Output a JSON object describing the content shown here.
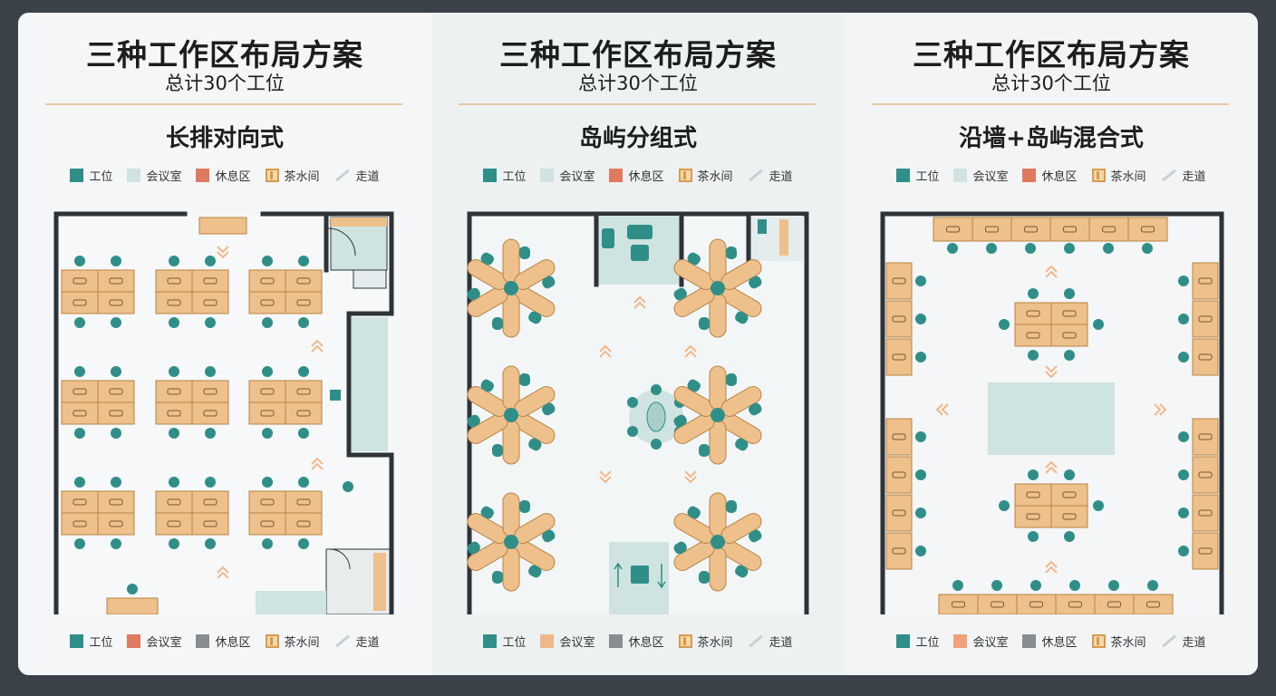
{
  "header": {
    "title": "三种工作区布局方案",
    "subtitle": "总计30个工位"
  },
  "colors": {
    "desk": "#eec08b",
    "desk_stroke": "#b78445",
    "chair": "#2f8f88",
    "wall": "#2d3338",
    "meeting": "#cfe3e0",
    "rest_orange": "#e07a5f",
    "rest_gray": "#8a8d90",
    "pantry": "#f4d7a8",
    "arrow": "#f0b88a"
  },
  "panels": [
    {
      "name": "长排对向式",
      "legend_top": [
        {
          "label": "工位",
          "color": "#2f8f88"
        },
        {
          "label": "会议室",
          "color": "#cfe3e0"
        },
        {
          "label": "休息区",
          "color": "#e07a5f"
        },
        {
          "label": "茶水间",
          "icon": "pantry-icon"
        },
        {
          "label": "走道",
          "icon": "walkway-icon"
        }
      ],
      "legend_bottom": [
        {
          "label": "工位",
          "color": "#2f8f88"
        },
        {
          "label": "会议室",
          "color": "#e07a5f"
        },
        {
          "label": "休息区",
          "color": "#8a8d90"
        },
        {
          "label": "茶水间",
          "icon": "pantry-icon"
        },
        {
          "label": "走道",
          "icon": "walkway-icon"
        }
      ]
    },
    {
      "name": "岛屿分组式",
      "legend_top": [
        {
          "label": "工位",
          "color": "#2f8f88"
        },
        {
          "label": "会议室",
          "color": "#cfe3e0"
        },
        {
          "label": "休息区",
          "color": "#e07a5f"
        },
        {
          "label": "茶水间",
          "icon": "pantry-icon"
        },
        {
          "label": "走道",
          "icon": "walkway-icon"
        }
      ],
      "legend_bottom": [
        {
          "label": "工位",
          "color": "#2f8f88"
        },
        {
          "label": "会议室",
          "color": "#f0b88a"
        },
        {
          "label": "休息区",
          "color": "#8a8d90"
        },
        {
          "label": "茶水间",
          "icon": "pantry-icon"
        },
        {
          "label": "走道",
          "icon": "walkway-icon"
        }
      ]
    },
    {
      "name": "沿墙+岛屿混合式",
      "legend_top": [
        {
          "label": "工位",
          "color": "#2f8f88"
        },
        {
          "label": "会议室",
          "color": "#cfe3e0"
        },
        {
          "label": "休息区",
          "color": "#e07a5f"
        },
        {
          "label": "茶水间",
          "icon": "pantry-icon"
        },
        {
          "label": "走道",
          "icon": "walkway-icon"
        }
      ],
      "legend_bottom": [
        {
          "label": "工位",
          "color": "#2f8f88"
        },
        {
          "label": "会议室",
          "color": "#f0a07a"
        },
        {
          "label": "休息区",
          "color": "#8a8d90"
        },
        {
          "label": "茶水间",
          "icon": "pantry-icon"
        },
        {
          "label": "走道",
          "icon": "walkway-icon"
        }
      ]
    }
  ]
}
